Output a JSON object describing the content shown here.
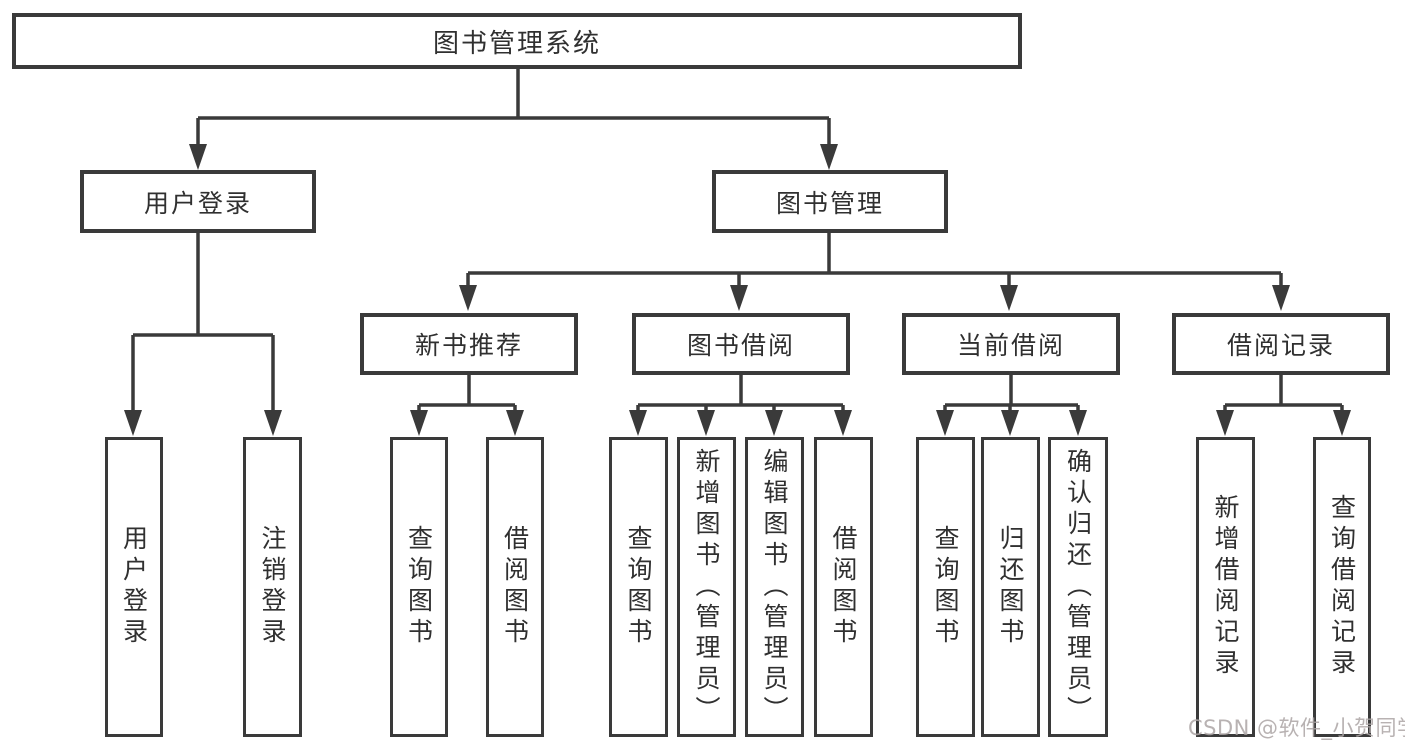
{
  "tree": {
    "label": "图书管理系统",
    "children": [
      {
        "label": "用户登录",
        "children": [
          {
            "label": "用户登录"
          },
          {
            "label": "注销登录"
          }
        ]
      },
      {
        "label": "图书管理",
        "children": [
          {
            "label": "新书推荐",
            "children": [
              {
                "label": "查询图书"
              },
              {
                "label": "借阅图书"
              }
            ]
          },
          {
            "label": "图书借阅",
            "children": [
              {
                "label": "查询图书"
              },
              {
                "label": "新增图书（管理员）"
              },
              {
                "label": "编辑图书（管理员）"
              },
              {
                "label": "借阅图书"
              }
            ]
          },
          {
            "label": "当前借阅",
            "children": [
              {
                "label": "查询图书"
              },
              {
                "label": "归还图书"
              },
              {
                "label": "确认归还（管理员）"
              }
            ]
          },
          {
            "label": "借阅记录",
            "children": [
              {
                "label": "新增借阅记录"
              },
              {
                "label": "查询借阅记录"
              }
            ]
          }
        ]
      }
    ]
  },
  "watermark": {
    "text": "CSDN @软件_小贺同学"
  },
  "colors": {
    "line": "#3a3a3a",
    "text": "#303030",
    "watermark": "#aca4a4",
    "background": "#ffffff"
  }
}
